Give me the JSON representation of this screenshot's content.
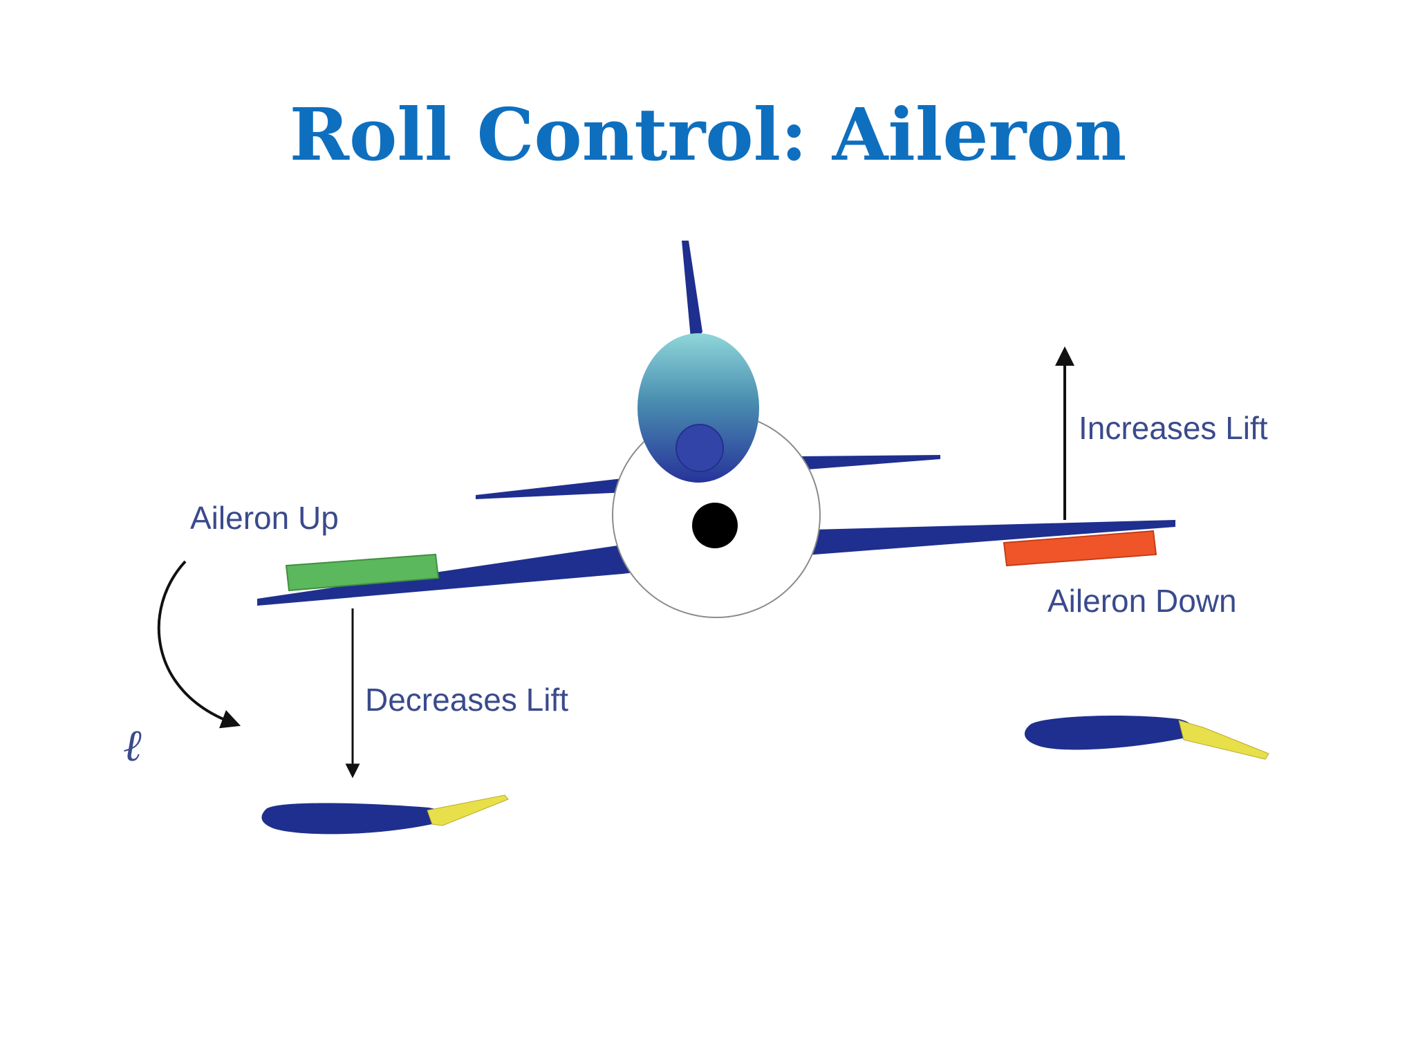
{
  "slide": {
    "title": "Roll Control: Aileron"
  },
  "diagram": {
    "labels": {
      "aileron_up": "Aileron Up",
      "aileron_down": "Aileron Down",
      "decreases_lift": "Decreases Lift",
      "increases_lift": "Increases Lift",
      "roll_moment_symbol": "ℓ"
    },
    "colors": {
      "fuselage_blue": "#1f2f8f",
      "aileron_up_green": "#5cb85c",
      "aileron_down_orange": "#f0552a",
      "flap_yellow": "#e8e04a",
      "canopy_top": "#8fd0d8",
      "canopy_bottom": "#2a3aa0"
    }
  }
}
